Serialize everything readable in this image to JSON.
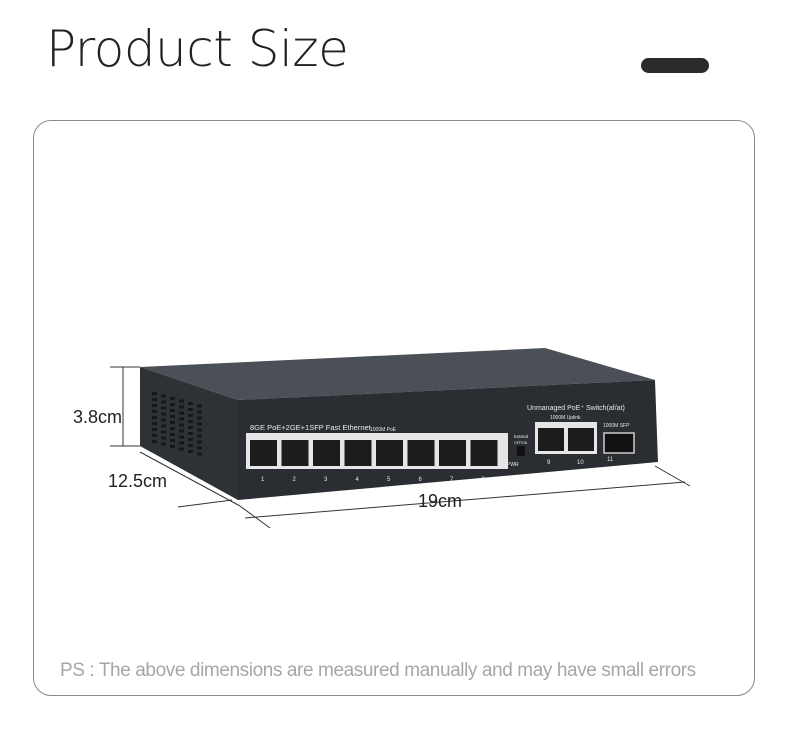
{
  "header": {
    "title": "Product Size"
  },
  "dimensions": {
    "height": "3.8cm",
    "depth": "12.5cm",
    "width": "19cm"
  },
  "device": {
    "model_label": "8GE PoE+2GE+1SFP Fast Ethernet",
    "poe_group_label": "1000M PoE",
    "switch_type_label": "Unmanaged PoE⁺ Switch(af/at)",
    "uplink_group_label": "1000M Uplink",
    "sfp_group_label": "1000M  SFP",
    "extend_label": "Extend",
    "extend_switch_label": "OFF/ON",
    "pwr_label": "PWR",
    "port_numbers": [
      "1",
      "2",
      "3",
      "4",
      "5",
      "6",
      "7",
      "8"
    ],
    "uplink_port_numbers": [
      "9",
      "10"
    ],
    "sfp_port_number": "11",
    "body_color": "#3a3f44"
  },
  "footer": {
    "note": "PS : The above dimensions are measured manually and may have small errors"
  }
}
